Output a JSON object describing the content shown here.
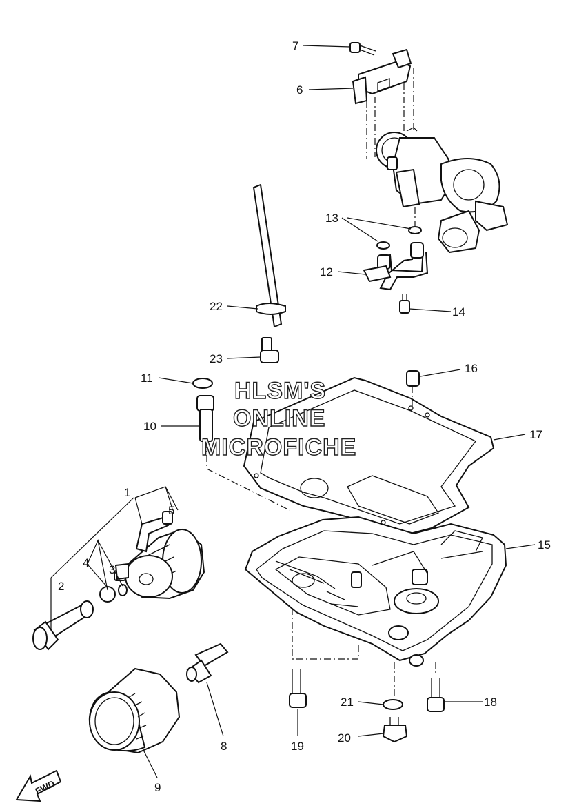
{
  "watermark": {
    "line1": "HLSM'S",
    "line2": "ONLINE",
    "line3": "MICROFICHE"
  },
  "fwd_label": "FWD",
  "callouts": {
    "c1": "1",
    "c2": "2",
    "c3": "3",
    "c4": "4",
    "c5": "5",
    "c6": "6",
    "c7": "7",
    "c8": "8",
    "c9": "9",
    "c10": "10",
    "c11": "11",
    "c12": "12",
    "c13": "13",
    "c14": "14",
    "c15": "15",
    "c16": "16",
    "c17": "17",
    "c18": "18",
    "c19": "19",
    "c20": "20",
    "c21": "21",
    "c22": "22",
    "c23": "23"
  }
}
